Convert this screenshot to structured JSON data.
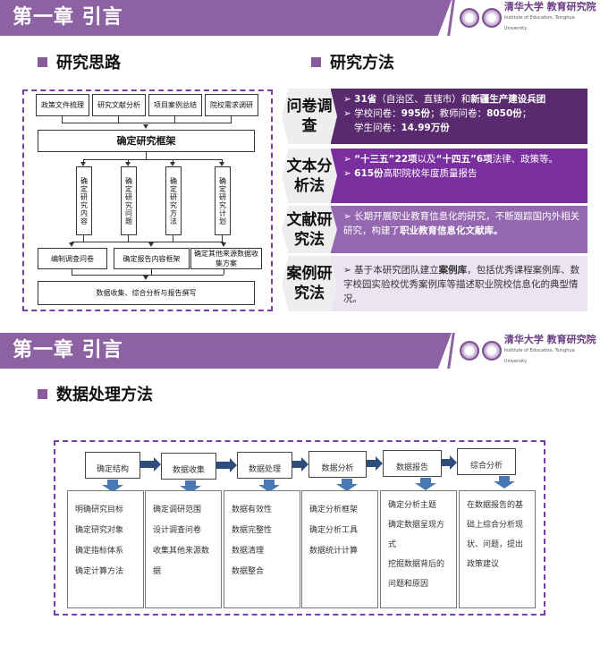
{
  "slide1": {
    "header": {
      "title": "第一章  引言",
      "logo_text": "清华大学 教育研究院",
      "logo_subtitle": "Institute of Education, Tsinghua University"
    },
    "left_section": "研究思路",
    "right_section": "研究方法",
    "flow": {
      "top": [
        "政策文件梳理",
        "研究文献分析",
        "项目案例总结",
        "院校需求调研"
      ],
      "framework": "确定研究框架",
      "vertical": [
        "确定研究内容",
        "确定研究问题",
        "确定研究方法",
        "确定研究计划"
      ],
      "bottom": [
        "编制调查问卷",
        "确定报告内容框架",
        "确定其他来源数据收集方案"
      ],
      "final": "数据收集、综合分析与报告撰写"
    },
    "methods": [
      {
        "label": "问卷调查",
        "color": "#5a2a6e",
        "lines": [
          [
            "➢ ",
            "31省",
            "（自治区、直辖市）和",
            "新疆生产建设兵团"
          ],
          [
            "➢ 学校问卷：",
            "995份",
            "；教师问卷：",
            "8050份",
            "；"
          ],
          [
            "学生问卷：",
            "14.99万份"
          ]
        ]
      },
      {
        "label": "文本分析法",
        "color": "#7a2f9e",
        "lines": [
          [
            "➢  ",
            "“十三五”22项",
            "以及",
            "“十四五”6项",
            "法律、政策等。"
          ],
          [
            "➢ ",
            "615份",
            "高职院校年度质量报告"
          ]
        ]
      },
      {
        "label": "文献研究法",
        "color": "#9467b0",
        "lines": [
          [
            "➢ 长期开展职业教育信息化的研究，不断跟踪国内外相关研究，构建了",
            "职业教育信息化文献库。"
          ]
        ]
      },
      {
        "label": "案例研究法",
        "color": "#ece4f2",
        "lines": [
          [
            "➢ 基于本研究团队建立",
            "案例库",
            "，包括优秀课程案例库、数字校园实验校优秀案例库等描述职业院校信息化的典型情况。"
          ]
        ]
      }
    ]
  },
  "slide2": {
    "header": {
      "title": "第一章  引言",
      "logo_text": "清华大学 教育研究院",
      "logo_subtitle": "Institute of Education, Tsinghua University"
    },
    "section": "数据处理方法",
    "steps": [
      {
        "title": "确定结构",
        "items": [
          "明确研究目标",
          "确定研究对象",
          "确定指标体系",
          "确定计算方法"
        ]
      },
      {
        "title": "数据收集",
        "items": [
          "确定调研范围",
          "设计调查问卷",
          "收集其他来源数据"
        ]
      },
      {
        "title": "数据处理",
        "items": [
          "数据有效性",
          "数据完整性",
          "数据清理",
          "数据整合"
        ]
      },
      {
        "title": "数据分析",
        "items": [
          "确定分析框架",
          "确定分析工具",
          "数据统计计算"
        ]
      },
      {
        "title": "数据报告",
        "items": [
          "确定分析主题",
          "确定数据呈现方式",
          "挖掘数据背后的问题和原因"
        ]
      },
      {
        "title": "综合分析",
        "items": [
          "在数据报告的基础上综合分析现状、问题，提出政策建议"
        ]
      }
    ]
  }
}
